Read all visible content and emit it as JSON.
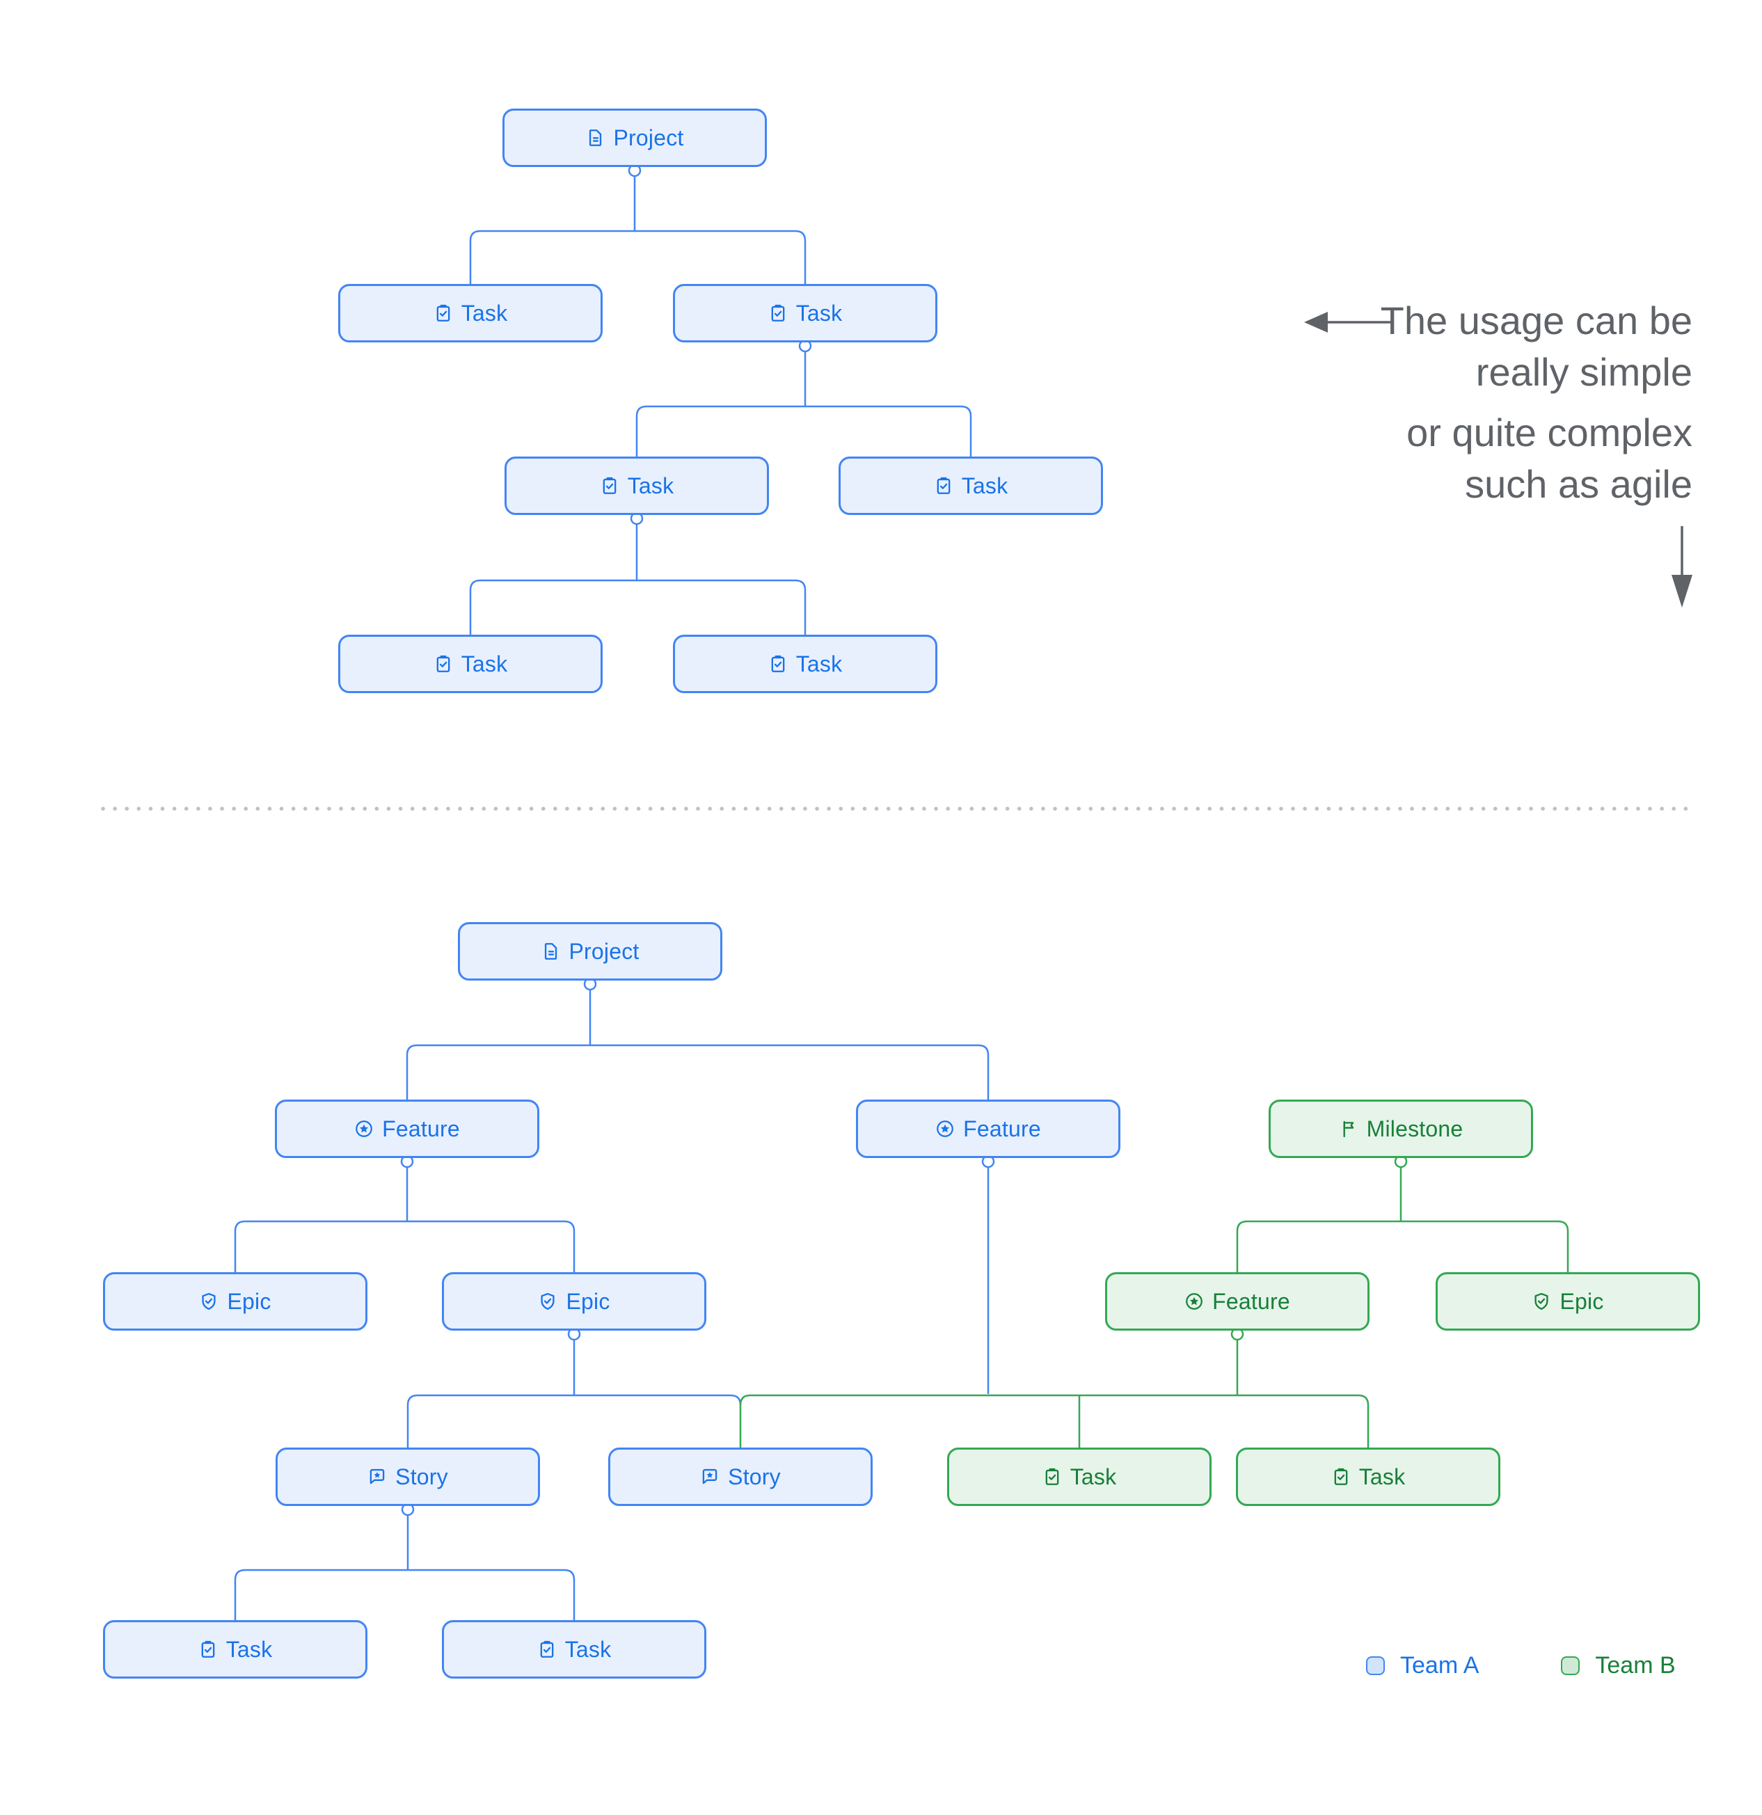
{
  "colors": {
    "team_a_line": "#4285F4",
    "team_a_fill": "#E8F0FE",
    "team_a_text": "#1A73E8",
    "team_b_line": "#34A853",
    "team_b_fill": "#E6F4EA",
    "team_b_text": "#188038",
    "annotation_text": "#5F6368",
    "separator_dots": "#BDC1C6"
  },
  "annotation": {
    "para1_line1": "The usage can be",
    "para1_line2": "really simple",
    "para2_line1": "or quite complex",
    "para2_line2": "such as agile"
  },
  "simple_tree": {
    "nodes": [
      {
        "id": "project",
        "label": "Project",
        "type": "project",
        "team": "A"
      },
      {
        "id": "task-1",
        "label": "Task",
        "type": "task",
        "team": "A"
      },
      {
        "id": "task-2",
        "label": "Task",
        "type": "task",
        "team": "A"
      },
      {
        "id": "task-2-1",
        "label": "Task",
        "type": "task",
        "team": "A"
      },
      {
        "id": "task-2-2",
        "label": "Task",
        "type": "task",
        "team": "A"
      },
      {
        "id": "task-2-1-1",
        "label": "Task",
        "type": "task",
        "team": "A"
      },
      {
        "id": "task-2-1-2",
        "label": "Task",
        "type": "task",
        "team": "A"
      }
    ]
  },
  "complex_tree": {
    "nodes": [
      {
        "id": "project",
        "label": "Project",
        "type": "project",
        "team": "A"
      },
      {
        "id": "feature-1",
        "label": "Feature",
        "type": "feature",
        "team": "A"
      },
      {
        "id": "feature-2",
        "label": "Feature",
        "type": "feature",
        "team": "A"
      },
      {
        "id": "milestone",
        "label": "Milestone",
        "type": "milestone",
        "team": "B"
      },
      {
        "id": "epic-1",
        "label": "Epic",
        "type": "epic",
        "team": "A"
      },
      {
        "id": "epic-2",
        "label": "Epic",
        "type": "epic",
        "team": "A"
      },
      {
        "id": "feature-b",
        "label": "Feature",
        "type": "feature",
        "team": "B"
      },
      {
        "id": "epic-b",
        "label": "Epic",
        "type": "epic",
        "team": "B"
      },
      {
        "id": "story-1",
        "label": "Story",
        "type": "story",
        "team": "A"
      },
      {
        "id": "story-2",
        "label": "Story",
        "type": "story",
        "team": "A"
      },
      {
        "id": "task-b1",
        "label": "Task",
        "type": "task",
        "team": "B"
      },
      {
        "id": "task-b2",
        "label": "Task",
        "type": "task",
        "team": "B"
      },
      {
        "id": "task-a1",
        "label": "Task",
        "type": "task",
        "team": "A"
      },
      {
        "id": "task-a2",
        "label": "Task",
        "type": "task",
        "team": "A"
      }
    ]
  },
  "legend": {
    "team_a_label": "Team A",
    "team_b_label": "Team B"
  }
}
